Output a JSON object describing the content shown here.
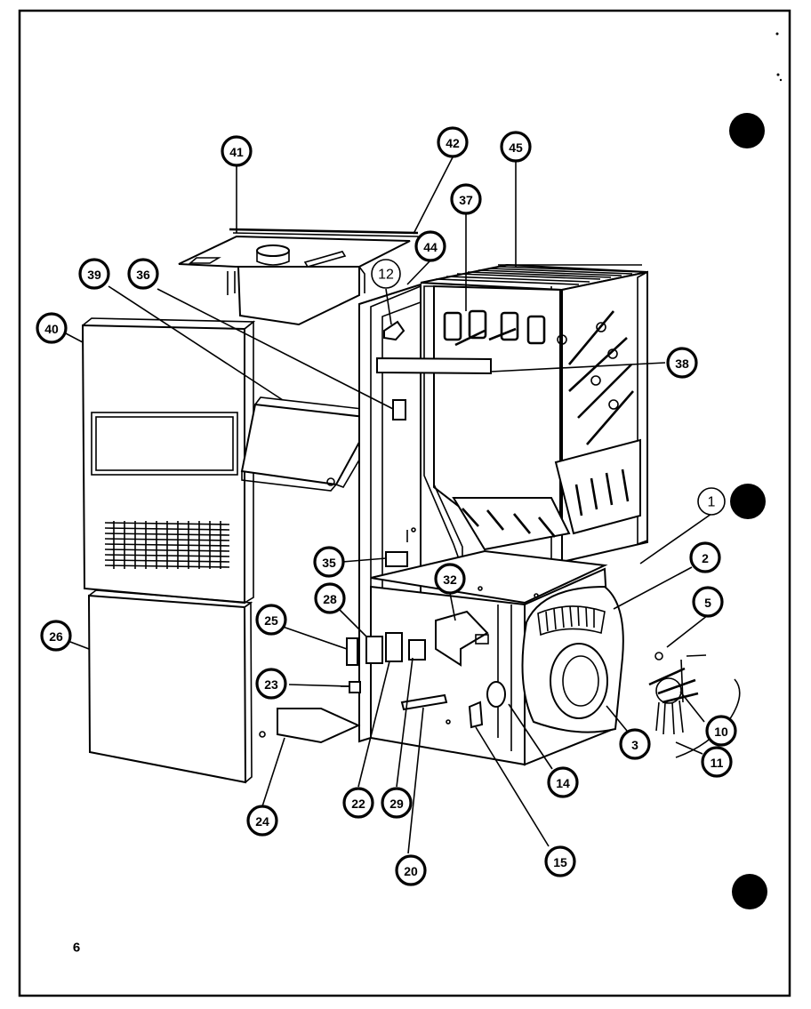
{
  "page": {
    "number": "6"
  },
  "callouts": {
    "c1": "1",
    "c2": "2",
    "c3": "3",
    "c5": "5",
    "c10": "10",
    "c11": "11",
    "c12": "12",
    "c14": "14",
    "c15": "15",
    "c20": "20",
    "c22": "22",
    "c23": "23",
    "c24": "24",
    "c25": "25",
    "c26": "26",
    "c28": "28",
    "c29": "29",
    "c32": "32",
    "c35": "35",
    "c36": "36",
    "c37": "37",
    "c38": "38",
    "c39": "39",
    "c40": "40",
    "c41": "41",
    "c42": "42",
    "c44": "44",
    "c45": "45"
  },
  "colors": {
    "ink": "#000000",
    "paper": "#ffffff"
  }
}
